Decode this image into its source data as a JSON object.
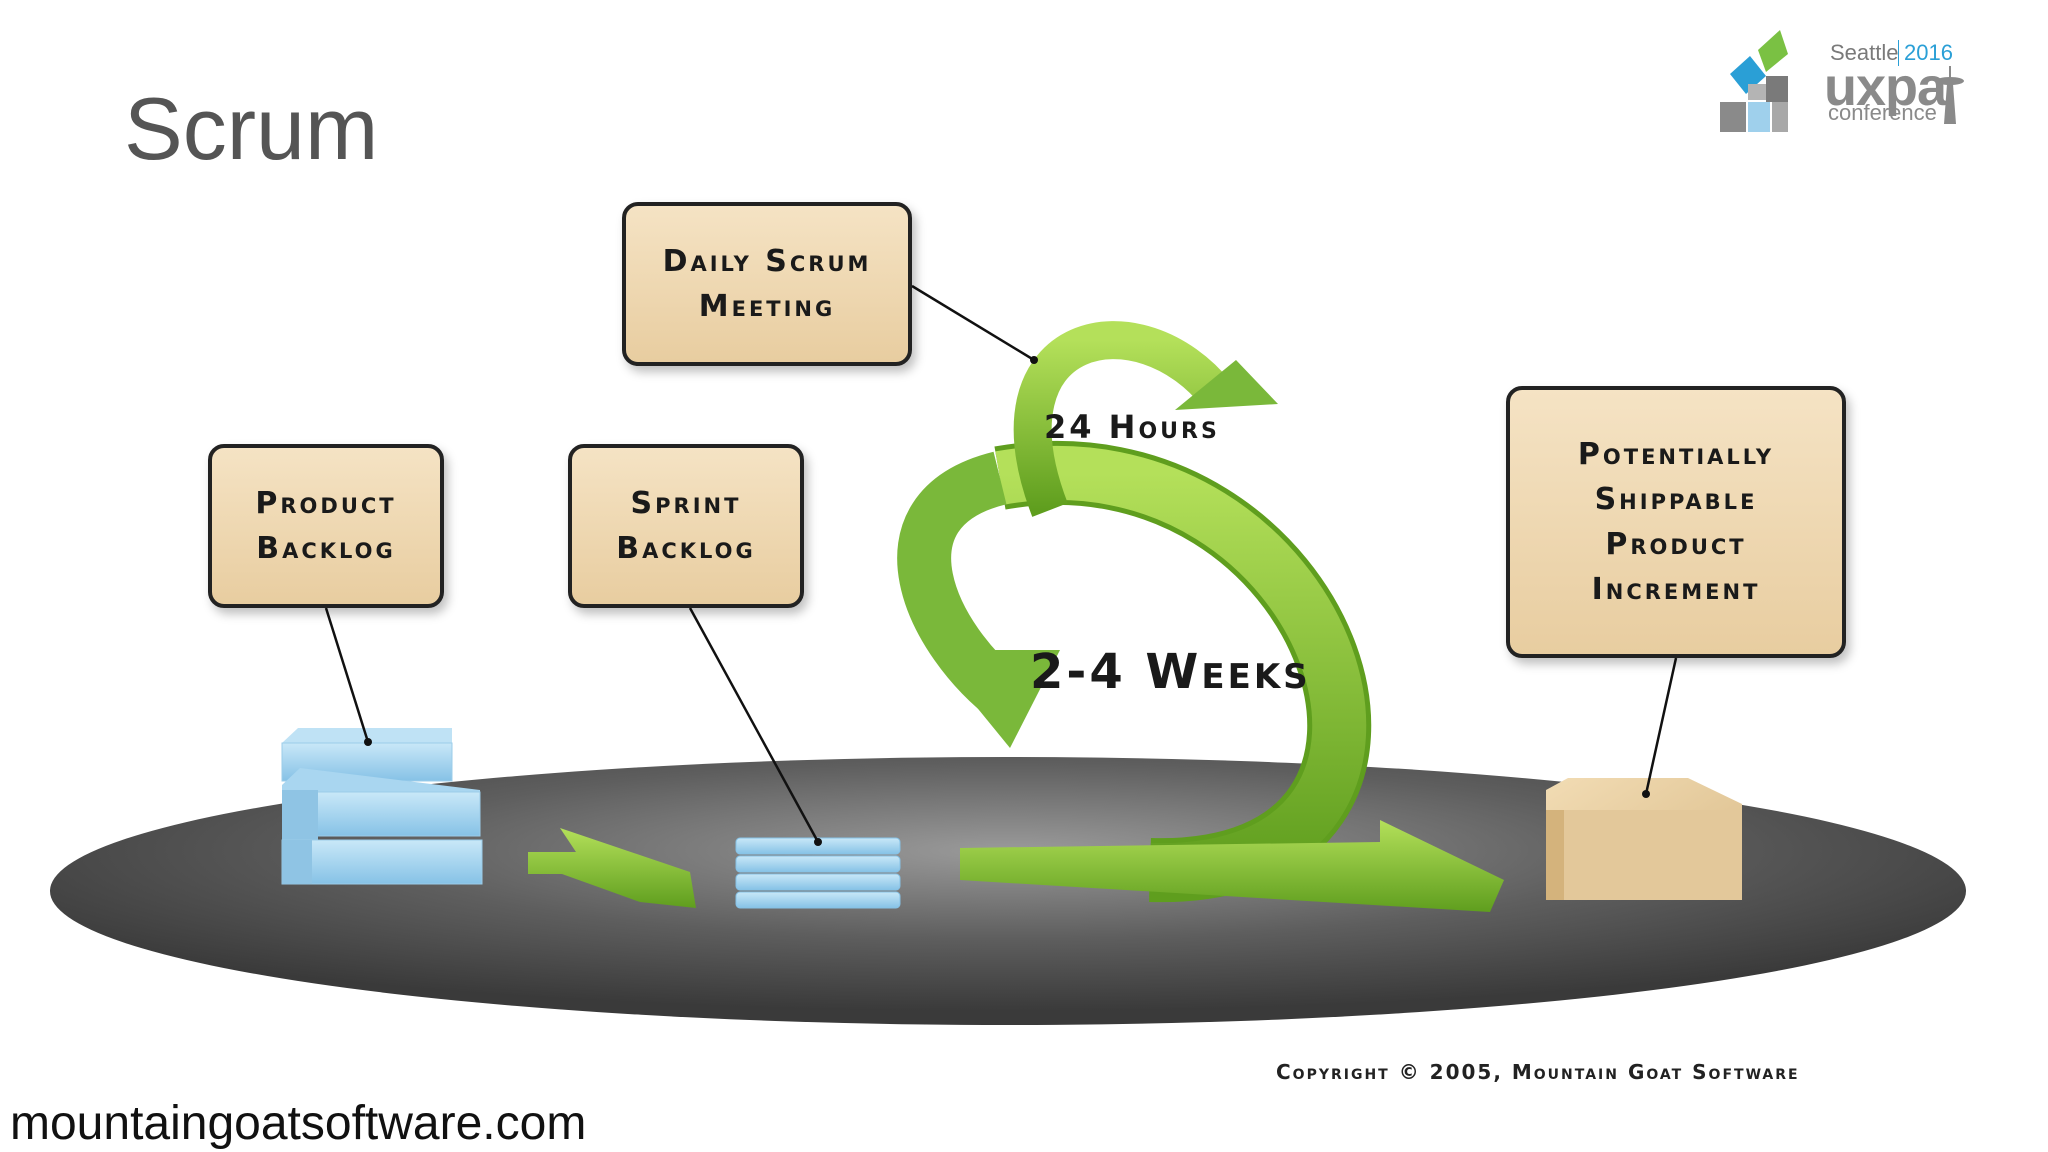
{
  "slide": {
    "title": "Scrum",
    "url": "mountaingoatsoftware.com"
  },
  "logo": {
    "city": "Seattle",
    "year": "2016",
    "brand": "uxpa",
    "subtitle": "conference",
    "colors": {
      "green": "#7ac143",
      "blue": "#2a9fd6",
      "gray": "#8a8a8a"
    }
  },
  "diagram": {
    "daily_scrum": "Daily Scrum\nMeeting",
    "product_backlog": "Product\nBacklog",
    "sprint_backlog": "Sprint\nBacklog",
    "increment": "Potentially\nShippable\nProduct\nIncrement",
    "daily_cycle": "24 Hours",
    "sprint_cycle": "2-4 Weeks",
    "colors": {
      "arrow_green": "#8cc63f",
      "arrow_dark": "#5a9a1f",
      "platform": "#5a5a5a",
      "box_fill": "#efd9b2",
      "backlog_blue": "#a9d6f0"
    }
  },
  "footer": {
    "copyright": "Copyright © 2005, Mountain Goat Software"
  }
}
